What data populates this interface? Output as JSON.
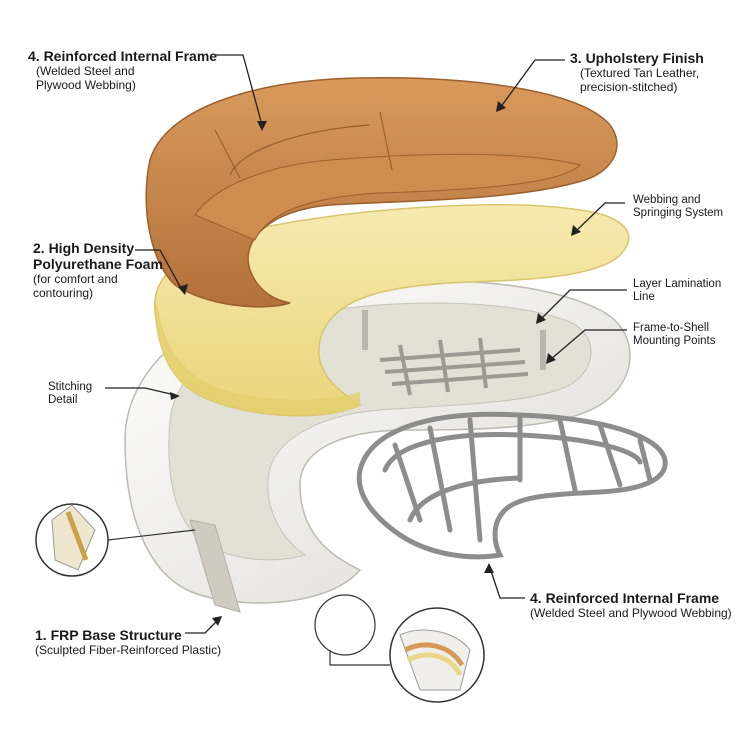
{
  "callouts": {
    "frame_top": {
      "title": "4. Reinforced Internal Frame",
      "sub1": "(Welded Steel and",
      "sub2": "Plywood Webbing)"
    },
    "upholstery": {
      "title": "3. Upholstery Finish",
      "sub1": "(Textured Tan Leather,",
      "sub2": "precision-stitched)"
    },
    "webbing": {
      "line1": "Webbing and",
      "line2": "Springing System"
    },
    "foam": {
      "title1": "2. High Density",
      "title2": "Polyurethane Foam",
      "sub1": "(for comfort and",
      "sub2": "contouring)"
    },
    "lamination": {
      "line1": "Layer Lamination",
      "line2": "Line"
    },
    "mounting": {
      "line1": "Frame-to-Shell",
      "line2": "Mounting Points"
    },
    "stitching": {
      "line1": "Stitching",
      "line2": "Detail"
    },
    "frame_bottom": {
      "title": "4. Reinforced Internal Frame",
      "sub": "(Welded Steel and Plywood Webbing)"
    },
    "base": {
      "title": "1. FRP Base Structure",
      "sub": "(Sculpted Fiber-Reinforced Plastic)"
    }
  },
  "colors": {
    "leather": "#c98a4f",
    "leather_dark": "#a5662f",
    "foam": "#f3e39a",
    "shell": "#f4f3ef",
    "frame": "#9a9a9a"
  }
}
